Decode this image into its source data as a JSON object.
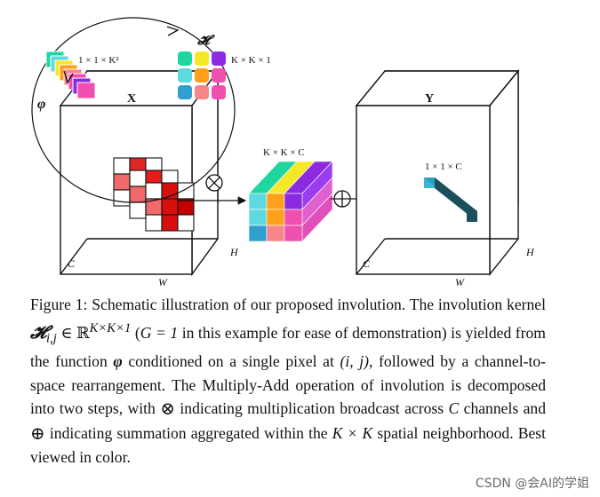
{
  "figure": {
    "input_label": "X",
    "output_label": "Y",
    "kernel_symbol": "𝓗",
    "func_symbol": "φ",
    "small_shape": "1 × 1 × K²",
    "kernel_shape": "K × K × 1",
    "broadcast_shape": "K × K × C",
    "out_shape": "1 × 1 × C",
    "dim_c": "C",
    "dim_w": "W",
    "dim_h": "H",
    "colors": {
      "teal": "#1fd6a0",
      "yellow": "#f5e829",
      "purple": "#8a2be2",
      "orange": "#ff9f1a",
      "pink": "#f04fb0",
      "cyan": "#5fd9e0",
      "salmon": "#f6868a",
      "blue": "#2f9fd0",
      "red": "#e01010",
      "dark_teal": "#1b4f5c"
    }
  },
  "caption": {
    "p1": "Figure 1: Schematic illustration of our proposed involution. The involution kernel ",
    "kernel_sym": "𝓗",
    "kernel_sub": "i,j",
    "in_real": " ∈ ℝ",
    "real_sup": "K×K×1",
    "p2": " (",
    "g_eq": "G = 1",
    "p3": " in this example for ease of demonstration) is yielded from the function ",
    "phi": "φ",
    "p4": " conditioned on a single pixel at ",
    "ij": "(i, j)",
    "p5": ", followed by a channel-to-space rearrangement. The Multiply-Add operation of involution is decomposed into two steps, with ",
    "otimes": "⊗",
    "p6": " indicating multiplication broadcast across ",
    "c_var": "C",
    "p7": " channels and ",
    "oplus": "⊕",
    "p8": " indicating summation aggregated within the ",
    "kk": "K × K",
    "p9": " spatial neighborhood. Best viewed in color."
  },
  "watermark": "CSDN @会AI的学姐"
}
